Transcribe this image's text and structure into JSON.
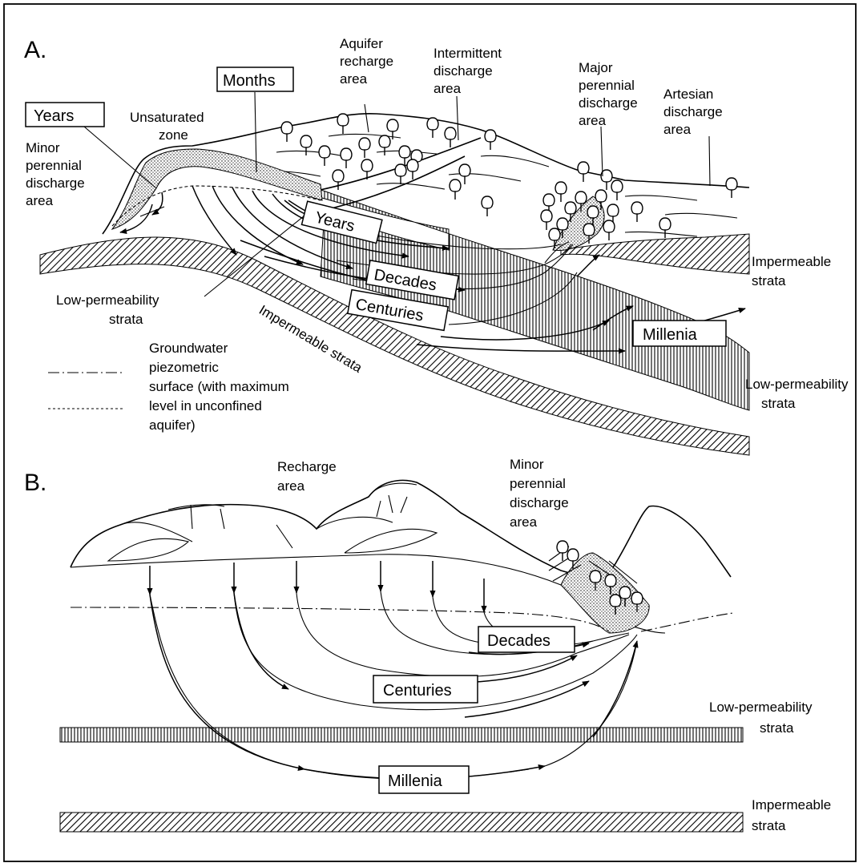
{
  "panel_a": {
    "letter": "A.",
    "years_box_top": "Years",
    "months_box": "Months",
    "unsaturated_zone": [
      "Unsaturated",
      "zone"
    ],
    "minor_perennial": [
      "Minor",
      "perennial",
      "discharge",
      "area"
    ],
    "aquifer_recharge": [
      "Aquifer",
      "recharge",
      "area"
    ],
    "intermittent_discharge": [
      "Intermittent",
      "discharge",
      "area"
    ],
    "major_perennial": [
      "Major",
      "perennial",
      "discharge",
      "area"
    ],
    "artesian_discharge": [
      "Artesian",
      "discharge",
      "area"
    ],
    "years_box_flow": "Years",
    "decades_box": "Decades",
    "centuries_box": "Centuries",
    "millenia_box": "Millenia",
    "impermeable_right": [
      "Impermeable",
      "strata"
    ],
    "low_perm_left": [
      "Low-permeability",
      "strata"
    ],
    "impermeable_diag": "Impermeable strata",
    "low_perm_right": [
      "Low-permeability",
      "strata"
    ],
    "legend": {
      "line1": [
        "Groundwater",
        "piezometric",
        "surface (with maximum",
        "level in unconfined",
        "aquifer)"
      ]
    }
  },
  "panel_b": {
    "letter": "B.",
    "recharge": [
      "Recharge",
      "area"
    ],
    "minor_perennial": [
      "Minor",
      "perennial",
      "discharge",
      "area"
    ],
    "decades_box": "Decades",
    "centuries_box": "Centuries",
    "millenia_box": "Millenia",
    "low_perm": [
      "Low-permeability",
      "strata"
    ],
    "impermeable": [
      "Impermeable",
      "strata"
    ]
  }
}
